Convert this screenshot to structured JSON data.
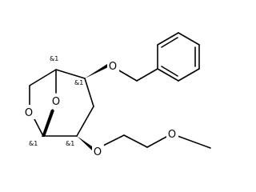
{
  "atoms": {
    "o_bridge": "O",
    "o_ring": "O",
    "o_benzyl": "O",
    "o_ether": "O",
    "o_methoxy": "O"
  },
  "stereo": {
    "c_top": "&1",
    "c_benzyloxy": "&1",
    "c_bottom_left": "&1",
    "c_ether": "&1"
  },
  "colors": {
    "bond": "#000000",
    "background": "#ffffff"
  }
}
